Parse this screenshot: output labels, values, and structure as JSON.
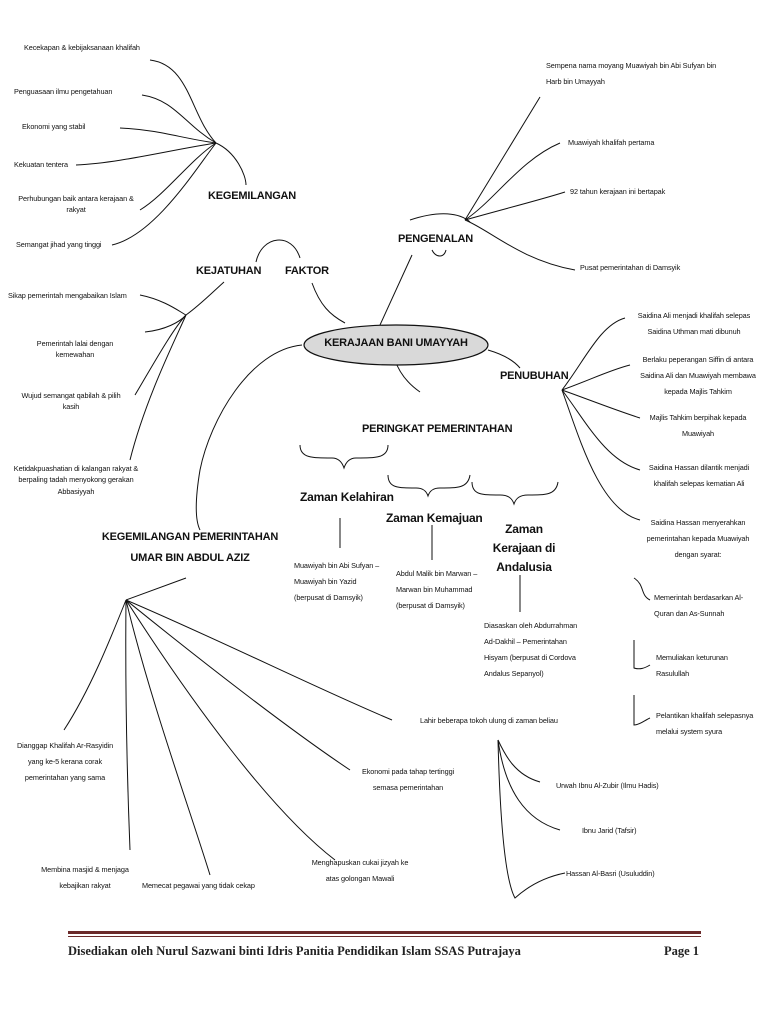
{
  "center": "KERAJAAN BANI UMAYYAH",
  "branches": {
    "kegemilangan": "KEGEMILANGAN",
    "kejatuhan": "KEJATUHAN",
    "faktor": "FAKTOR",
    "pengenalan": "PENGENALAN",
    "penubuhan": "PENUBUHAN",
    "peringkat": "PERINGKAT PEMERINTAHAN",
    "umar": "KEGEMILANGAN PEMERINTAHAN UMAR BIN ABDUL AZIZ"
  },
  "kegemilangan_items": [
    "Kecekapan & kebijaksanaan khalifah",
    "Penguasaan ilmu pengetahuan",
    "Ekonomi yang stabil",
    "Kekuatan tentera",
    "Perhubungan baik antara kerajaan & rakyat",
    "Semangat jihad yang tinggi"
  ],
  "kejatuhan_items": [
    "Sikap pemerintah mengabaikan Islam",
    "Pemerintah lalai dengan kemewahan",
    "Wujud semangat qabilah & pilih kasih",
    "Ketidakpuashatian di kalangan rakyat & berpaling tadah menyokong gerakan Abbasiyyah"
  ],
  "pengenalan_items": [
    "Sempena nama moyang Muawiyah bin Abi Sufyan bin Harb bin Umayyah",
    "Muawiyah khalifah pertama",
    "92 tahun kerajaan ini bertapak",
    "Pusat pemerintahan di Damsyik"
  ],
  "penubuhan_items": [
    "Saidina Ali menjadi khalifah selepas Saidina Uthman mati dibunuh",
    "Berlaku peperangan Siffin di antara Saidina Ali dan Muawiyah membawa kepada Majlis Tahkim",
    "Majlis Tahkim berpihak kepada Muawiyah",
    "Saidina Hassan dilantik menjadi khalifah selepas kematian Ali",
    "Saidina Hassan menyerahkan pemerintahan kepada Muawiyah dengan syarat:"
  ],
  "syarat_items": [
    "Memerintah berdasarkan Al-Quran dan As-Sunnah",
    "Memuliakan keturunan Rasulullah",
    "Pelantikan khalifah selepasnya melalui system syura"
  ],
  "zaman": {
    "kelahiran": {
      "title": "Zaman Kelahiran",
      "desc": "Muawiyah bin Abi Sufyan – Muawiyah bin Yazid (berpusat di Damsyik)"
    },
    "kemajuan": {
      "title": "Zaman Kemajuan",
      "desc": "Abdul Malik bin Marwan – Marwan bin Muhammad (berpusat di Damsyik)"
    },
    "andalusia": {
      "title": "Zaman Kerajaan di Andalusia",
      "desc": "Diasaskan oleh Abdurrahman Ad-Dakhil – Pemerintahan Hisyam (berpusat di Cordova Andalus Sepanyol)"
    }
  },
  "umar_items": [
    "Dianggap Khalifah Ar-Rasyidin yang ke-5 kerana corak pemerintahan yang sama",
    "Membina masjid & menjaga kebajikan rakyat",
    "Memecat pegawai yang tidak cekap",
    "Menghapuskan cukai jizyah ke atas golongan Mawali",
    "Ekonomi pada tahap tertinggi semasa pemerintahan",
    "Lahir beberapa tokoh ulung di zaman beliau"
  ],
  "tokoh_items": [
    "Urwah Ibnu Al-Zubir (Ilmu Hadis)",
    "Ibnu Jarid (Tafsir)",
    "Hassan Al-Basri (Usuluddin)"
  ],
  "footer": {
    "credit": "Disediakan oleh Nurul Sazwani binti Idris Panitia Pendidikan Islam SSAS Putrajaya",
    "page": "Page 1"
  }
}
